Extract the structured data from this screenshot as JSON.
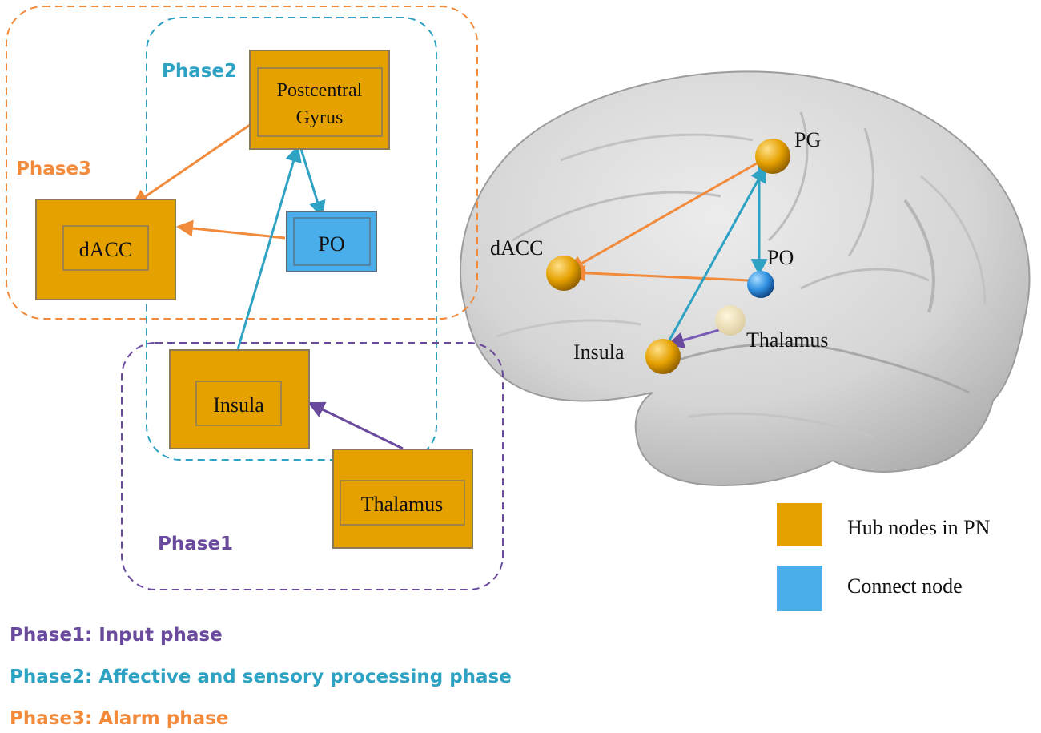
{
  "phase_labels": {
    "phase1": "Phase1",
    "phase2": "Phase2",
    "phase3": "Phase3"
  },
  "nodes": {
    "postcentral_line1": "Postcentral",
    "postcentral_line2": "Gyrus",
    "dacc": "dACC",
    "po": "PO",
    "insula": "Insula",
    "thalamus": "Thalamus"
  },
  "brain_labels": {
    "pg": "PG",
    "dacc": "dACC",
    "po": "PO",
    "insula": "Insula",
    "thalamus": "Thalamus"
  },
  "legend": {
    "hub": "Hub nodes in PN",
    "connect": "Connect node"
  },
  "descriptions": {
    "phase1": "Phase1: Input phase",
    "phase2": "Phase2: Affective and sensory processing phase",
    "phase3": "Phase3: Alarm phase"
  },
  "colors": {
    "hub_node": "#e5a100",
    "connect_node": "#4aaeea",
    "phase1": "#6a4a9c",
    "phase2": "#2ea2c3",
    "phase3": "#f28a3c",
    "brain": "#d4d4d4"
  }
}
